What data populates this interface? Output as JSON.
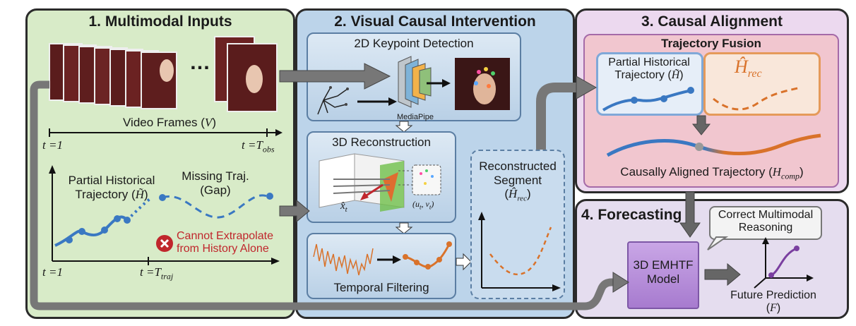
{
  "panels": {
    "inputs": {
      "title": "1. Multimodal Inputs",
      "ellipsis": "…",
      "video_frames_label": "Video Frames (",
      "video_frames_var": "V",
      "t_start": "t =1",
      "t_obs": "t =T",
      "t_obs_sub": "obs",
      "partial_history_line1": "Partial Historical",
      "partial_history_line2": "Trajectory (",
      "partial_history_var": "H̃",
      "missing_line1": "Missing Traj.",
      "missing_line2": "(Gap)",
      "error_line1": "Cannot Extrapolate",
      "error_line2": "from History Alone",
      "t_start2": "t =1",
      "t_traj": "t =T",
      "t_traj_sub": "traj"
    },
    "visual": {
      "title": "2. Visual Causal Intervention",
      "keypoint_title": "2D Keypoint Detection",
      "mediapipe": "MediaPipe",
      "recon_title": "3D Reconstruction",
      "x_hat": "x̂",
      "x_hat_sub": "t",
      "uv_label": "(u",
      "uv_mid": ", v",
      "uv_end": ")",
      "t_sub": "t",
      "temporal_title": "Temporal Filtering",
      "segment_line1": "Reconstructed",
      "segment_line2": "Segment",
      "segment_var": "Ĥ",
      "segment_sub": "rec"
    },
    "alignment": {
      "title": "3. Causal Alignment",
      "fusion_title": "Trajectory Fusion",
      "partial_line1": "Partial Historical",
      "partial_line2": "Trajectory (",
      "partial_var": "H̃",
      "hrec_var": "Ĥ",
      "hrec_sub": "rec",
      "aligned_label": "Causally Aligned Trajectory (",
      "aligned_var": "H",
      "aligned_sub": "comp"
    },
    "forecasting": {
      "title": "4. Forecasting",
      "bubble_line1": "Correct Multimodal",
      "bubble_line2": "Reasoning",
      "model_line1": "3D EMHTF",
      "model_line2": "Model",
      "future_line1": "Future Prediction",
      "future_var": "F"
    }
  },
  "colors": {
    "inputs_bg": "#d8ebc8",
    "visual_bg": "#bcd4ea",
    "alignment_bg": "#ecd9ef",
    "forecast_bg": "#e5ddef",
    "traj_blue": "#3a78c2",
    "traj_orange": "#d9722a",
    "error_red": "#c0262c",
    "model_purple": "#b58cd6"
  }
}
